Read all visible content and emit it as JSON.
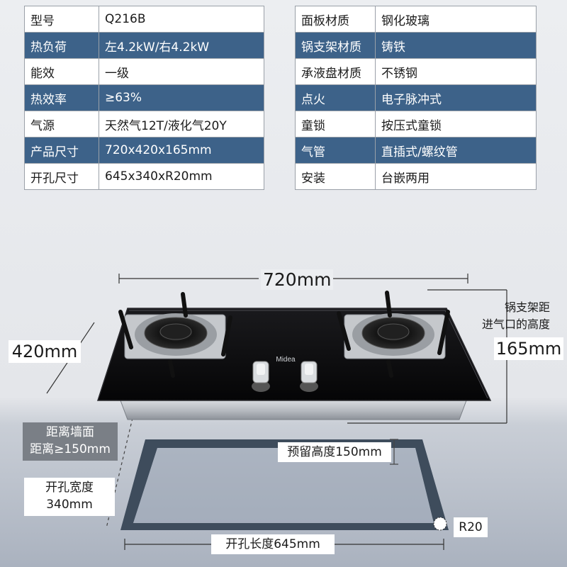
{
  "specs_left": [
    {
      "key": "型号",
      "value": "Q216B"
    },
    {
      "key": "热负荷",
      "value": "左4.2kW/右4.2kW"
    },
    {
      "key": "能效",
      "value": "一级"
    },
    {
      "key": "热效率",
      "value": "≥63%"
    },
    {
      "key": "气源",
      "value": "天然气12T/液化气20Y"
    },
    {
      "key": "产品尺寸",
      "value": "720x420x165mm"
    },
    {
      "key": "开孔尺寸",
      "value": "645x340xR20mm"
    }
  ],
  "specs_right": [
    {
      "key": "面板材质",
      "value": "钢化玻璃"
    },
    {
      "key": "锅支架材质",
      "value": "铸铁"
    },
    {
      "key": "承液盘材质",
      "value": "不锈钢"
    },
    {
      "key": "点火",
      "value": "电子脉冲式"
    },
    {
      "key": "童锁",
      "value": "按压式童锁"
    },
    {
      "key": "气管",
      "value": "直插式/螺纹管"
    },
    {
      "key": "安装",
      "value": "台嵌两用"
    }
  ],
  "dims": {
    "width": "720mm",
    "depth": "420mm",
    "height": "165mm",
    "stand_line1": "锅支架距",
    "stand_line2": "进气口的高度",
    "wall_line1": "距离墙面",
    "wall_line2": "距离≥150mm",
    "cut_width_line1": "开孔宽度",
    "cut_width_line2": "340mm",
    "reserve_height": "预留高度150mm",
    "radius": "R20",
    "cut_length": "开孔长度645mm"
  },
  "brand": "Midea",
  "colors": {
    "header_blue": "#3d6289",
    "glass": "#0d0d0f",
    "cutout_frame": "#3e4c5c"
  }
}
